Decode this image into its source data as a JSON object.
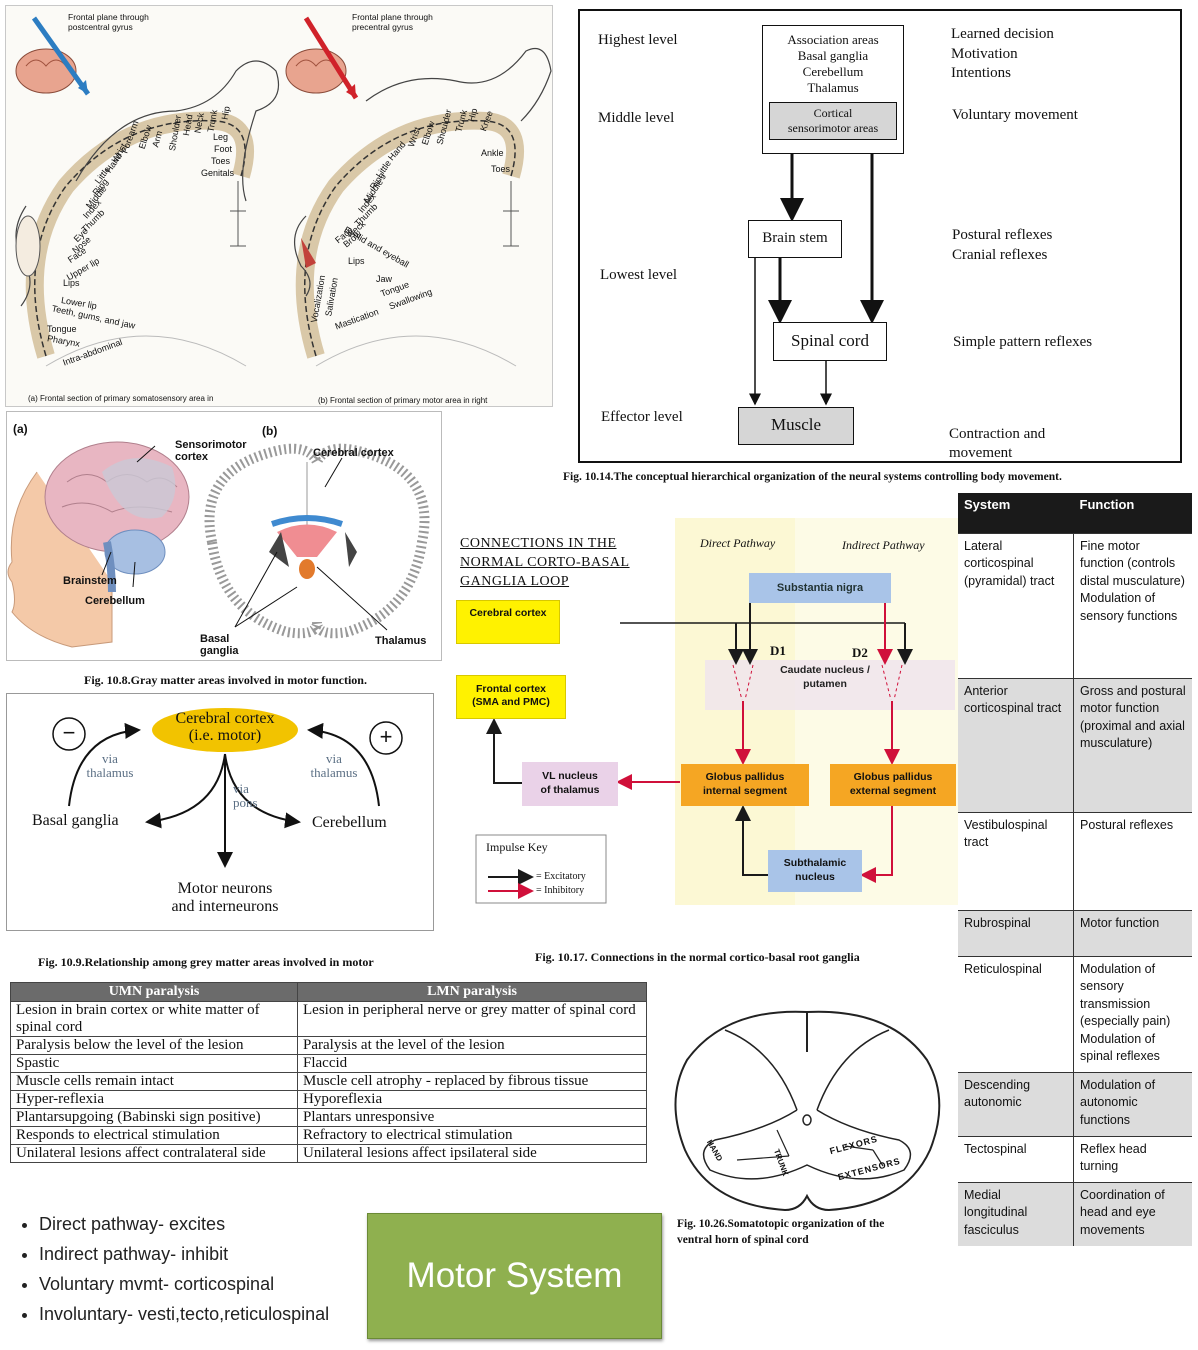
{
  "somato": {
    "left_caption_top": "Frontal plane through\npostcentral gyrus",
    "right_caption_top": "Frontal plane through\nprecentral gyrus",
    "left_caption_bottom": "(a) Frontal section of primary somatosensory area in",
    "right_caption_bottom": "(b) Frontal section of primary motor area in right",
    "left_labels": [
      "Genitals",
      "Toes",
      "Foot",
      "Leg",
      "Hip",
      "Trunk",
      "Neck",
      "Head",
      "Shoulder",
      "Arm",
      "Elbow",
      "Forearm",
      "Wrist",
      "Hand",
      "Little",
      "Ring",
      "Middle",
      "Index",
      "Thumb",
      "Eye",
      "Nose",
      "Face",
      "Upper lip",
      "Lips",
      "Lower lip",
      "Teeth, gums, and jaw",
      "Tongue",
      "Pharynx",
      "Intra-abdominal"
    ],
    "right_labels": [
      "Toes",
      "Ankle",
      "Knee",
      "Hip",
      "Trunk",
      "Shoulder",
      "Elbow",
      "Wrist",
      "Hand",
      "Little",
      "Ring",
      "Middle",
      "Index",
      "Thumb",
      "Neck",
      "Brow",
      "Eyelid and eyeball",
      "Face",
      "Lips",
      "Jaw",
      "Tongue",
      "Swallowing",
      "Vocalization",
      "Salivation",
      "Mastication"
    ]
  },
  "hierarchy": {
    "levels": [
      "Highest level",
      "Middle level",
      "Lowest level",
      "Effector level"
    ],
    "top_box": [
      "Association areas",
      "Basal ganglia",
      "Cerebellum",
      "Thalamus"
    ],
    "cortical_box": "Cortical\nsensorimotor areas",
    "brain_stem": "Brain stem",
    "spinal_cord": "Spinal cord",
    "muscle": "Muscle",
    "right_labels": {
      "highest": [
        "Learned decision",
        "Motivation",
        "Intentions"
      ],
      "middle": "Voluntary movement",
      "lowest": [
        "Postural reflexes",
        "Cranial reflexes"
      ],
      "spinal": "Simple pattern reflexes",
      "effector": [
        "Contraction and",
        "movement"
      ]
    },
    "caption": "Fig. 10.14.The conceptual hierarchical organization of the neural systems controlling body movement."
  },
  "gray": {
    "label_a": "(a)",
    "label_b": "(b)",
    "sensorimotor": "Sensorimotor\ncortex",
    "brainstem": "Brainstem",
    "cerebellum": "Cerebellum",
    "cerebral_cortex": "Cerebral cortex",
    "basal_ganglia": "Basal\nganglia",
    "thalamus": "Thalamus",
    "caption": "Fig. 10.8.Gray matter areas involved in motor function."
  },
  "relationship": {
    "center": "Cerebral cortex\n(i.e. motor)",
    "minus": "−",
    "plus": "+",
    "via_thalamus_left": "via\nthalamus",
    "via_thalamus_right": "via\nthalamus",
    "via_pons": "via\npons",
    "basal_ganglia": "Basal ganglia",
    "cerebellum": "Cerebellum",
    "motor_neurons": "Motor neurons\nand interneurons",
    "caption": "Fig. 10.9.Relationship among grey matter areas involved in motor"
  },
  "loop": {
    "title": "CONNECTIONS IN THE\nNORMAL CORTO-BASAL\nGANGLIA LOOP",
    "direct": "Direct Pathway",
    "indirect": "Indirect Pathway",
    "substantia_nigra": "Substantia nigra",
    "cerebral_cortex": "Cerebral cortex",
    "d1": "D1",
    "d2": "D2",
    "caudate": "Caudate nucleus /\nputamen",
    "frontal_cortex": "Frontal cortex\n(SMA and PMC)",
    "vl_nucleus": "VL nucleus\nof thalamus",
    "gp_internal": "Globus pallidus\ninternal segment",
    "gp_external": "Globus pallidus\nexternal segment",
    "subthalamic": "Subthalamic\nnucleus",
    "key_title": "Impulse Key",
    "key_excitatory": "= Excitatory",
    "key_inhibitory": "= Inhibitory",
    "caption": "Fig. 10.17. Connections in the normal cortico-basal root ganglia",
    "colors": {
      "excitatory": "#1a1a1a",
      "inhibitory": "#d0103a",
      "yellow": "#fff200",
      "orange": "#f5a623",
      "blue": "#a9c4e8",
      "pink": "#ead2e8"
    }
  },
  "systems": {
    "headers": [
      "System",
      "Function"
    ],
    "rows": [
      {
        "system": "Lateral corticospinal (pyramidal) tract",
        "function": "Fine motor function (controls distal musculature) Modulation of sensory functions",
        "shade": false
      },
      {
        "system": "Anterior corticospinal tract",
        "function": "Gross and postural motor function (proximal and axial musculature)",
        "shade": true
      },
      {
        "system": "Vestibulospinal tract",
        "function": "Postural reflexes",
        "shade": false
      },
      {
        "system": "Rubrospinal",
        "function": "Motor function",
        "shade": true
      },
      {
        "system": "Reticulospinal",
        "function": "Modulation of sensory transmission (especially pain) Modulation of spinal reflexes",
        "shade": false
      },
      {
        "system": "Descending autonomic",
        "function": "Modulation of autonomic functions",
        "shade": true
      },
      {
        "system": "Tectospinal",
        "function": "Reflex head turning",
        "shade": false
      },
      {
        "system": "Medial longitudinal fasciculus",
        "function": "Coordination of head and eye movements",
        "shade": true
      }
    ]
  },
  "umn": {
    "headers": [
      "UMN paralysis",
      "LMN paralysis"
    ],
    "rows": [
      [
        "Lesion in brain cortex or white matter of spinal cord",
        "Lesion in peripheral nerve or grey matter of spinal cord"
      ],
      [
        "Paralysis below the level of the lesion",
        "Paralysis at the level of the lesion"
      ],
      [
        "Spastic",
        "Flaccid"
      ],
      [
        "Muscle cells remain intact",
        "Muscle cell atrophy - replaced by fibrous tissue"
      ],
      [
        "Hyper-reflexia",
        "Hyporeflexia"
      ],
      [
        "Plantarsupgoing (Babinski sign positive)",
        "Plantars unresponsive"
      ],
      [
        "Responds to electrical stimulation",
        "Refractory to electrical stimulation"
      ],
      [
        "Unilateral lesions affect contralateral side",
        "Unilateral lesions affect ipsilateral side"
      ]
    ]
  },
  "bullets": [
    "Direct pathway- excites",
    "Indirect pathway- inhibit",
    "Voluntary mvmt- corticospinal",
    "Involuntary- vesti,tecto,reticulospinal"
  ],
  "title_badge": "Motor System",
  "cord": {
    "hand": "HAND",
    "trunk": "TRUNK",
    "flexors": "FLEXORS",
    "extensors": "EXTENSORS",
    "caption": "Fig. 10.26.Somatotopic organization of the\nventral horn of spinal cord"
  }
}
